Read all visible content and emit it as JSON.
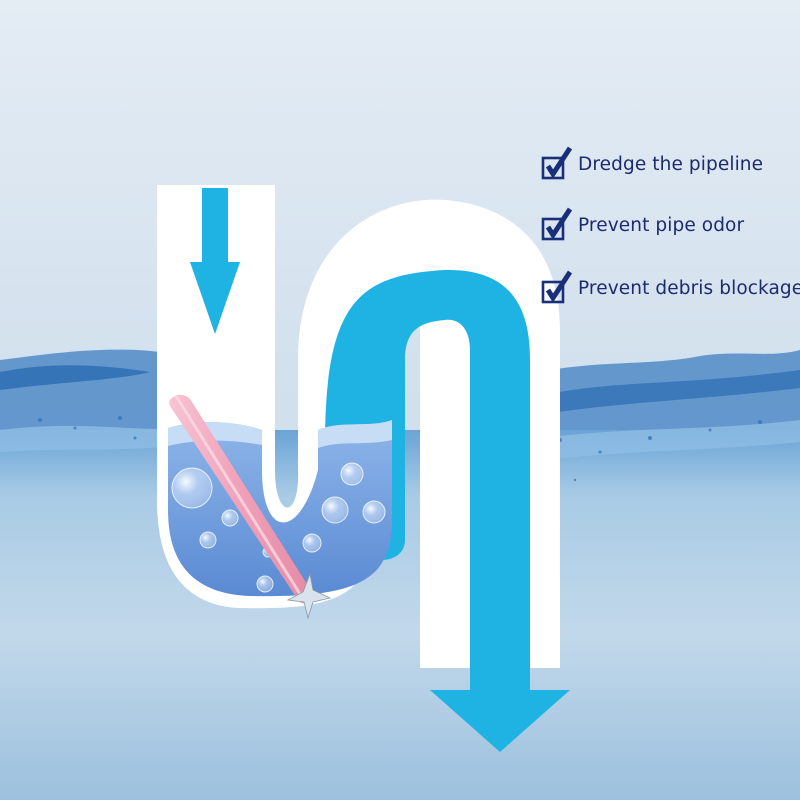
{
  "features": [
    {
      "label": "Dredge the pipeline",
      "icon": "checkbox-checked-icon"
    },
    {
      "label": "Prevent pipe odor",
      "icon": "checkbox-checked-icon"
    },
    {
      "label": "Prevent debris blockage",
      "icon": "checkbox-checked-icon"
    }
  ],
  "colors": {
    "sky_top": "#dce7f1",
    "water_deep": "#9ec3de",
    "pipe_outline": "#ffffff",
    "pipe_flow": "#1fb3e3",
    "pipe_water": "#5f8fd6",
    "cleaning_stick": "#f2a6bc",
    "label_text": "#1c2a6e",
    "check_box": "#1a2f7a"
  }
}
